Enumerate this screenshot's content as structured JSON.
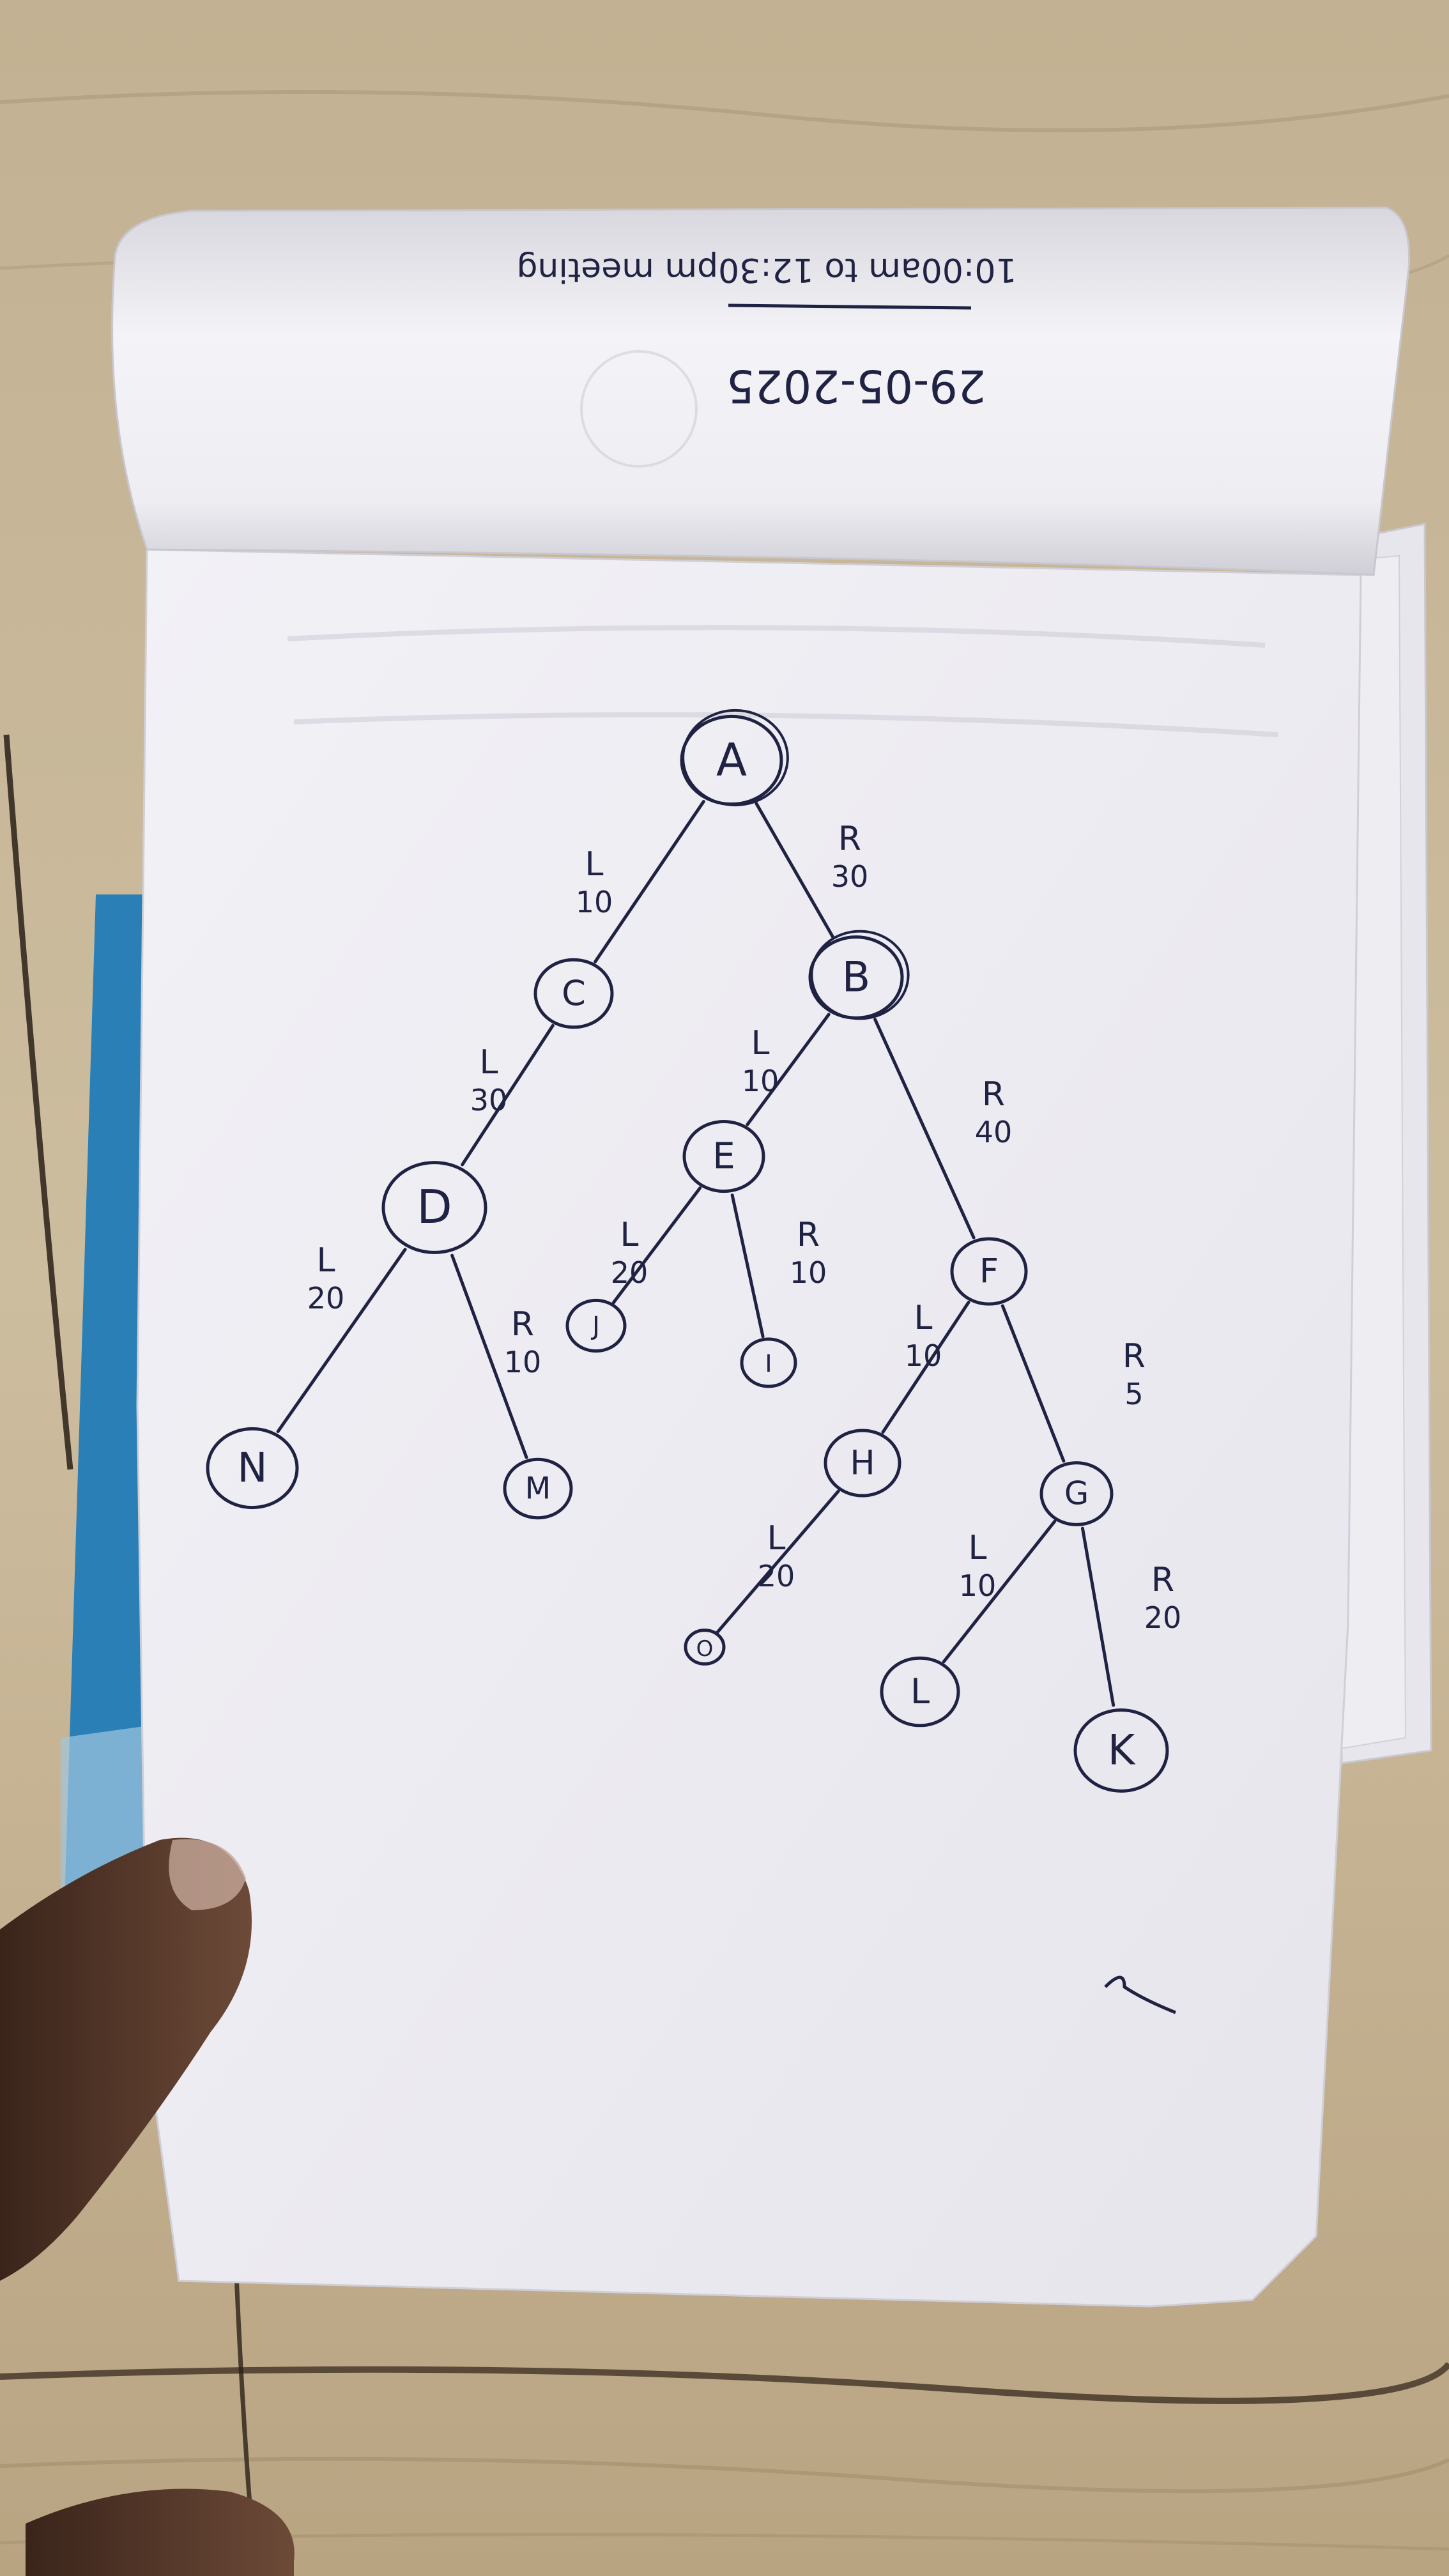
{
  "header_note": {
    "date": "29-05-2025",
    "time": "10:00am to 12:30pm meeting"
  },
  "tree": {
    "nodes": [
      {
        "id": "A",
        "label": "A"
      },
      {
        "id": "B",
        "label": "B"
      },
      {
        "id": "C",
        "label": "C"
      },
      {
        "id": "D",
        "label": "D"
      },
      {
        "id": "E",
        "label": "E"
      },
      {
        "id": "F",
        "label": "F"
      },
      {
        "id": "G",
        "label": "G"
      },
      {
        "id": "H",
        "label": "H"
      },
      {
        "id": "I",
        "label": "I"
      },
      {
        "id": "J",
        "label": "J"
      },
      {
        "id": "K",
        "label": "K"
      },
      {
        "id": "L",
        "label": "L"
      },
      {
        "id": "M",
        "label": "M"
      },
      {
        "id": "N",
        "label": "N"
      },
      {
        "id": "O",
        "label": "O"
      }
    ],
    "edges": [
      {
        "from": "A",
        "to": "C",
        "side": "L",
        "weight": "10"
      },
      {
        "from": "A",
        "to": "B",
        "side": "R",
        "weight": "30"
      },
      {
        "from": "C",
        "to": "D",
        "side": "L",
        "weight": "30"
      },
      {
        "from": "B",
        "to": "E",
        "side": "L",
        "weight": "10"
      },
      {
        "from": "B",
        "to": "F",
        "side": "R",
        "weight": "40"
      },
      {
        "from": "D",
        "to": "N",
        "side": "L",
        "weight": "20"
      },
      {
        "from": "D",
        "to": "M",
        "side": "R",
        "weight": "10"
      },
      {
        "from": "E",
        "to": "J",
        "side": "L",
        "weight": "20"
      },
      {
        "from": "E",
        "to": "I",
        "side": "R",
        "weight": "10"
      },
      {
        "from": "F",
        "to": "H",
        "side": "L",
        "weight": "10"
      },
      {
        "from": "F",
        "to": "G",
        "side": "R",
        "weight": "5"
      },
      {
        "from": "H",
        "to": "O",
        "side": "L",
        "weight": "20"
      },
      {
        "from": "G",
        "to": "L",
        "side": "L",
        "weight": "10"
      },
      {
        "from": "G",
        "to": "K",
        "side": "R",
        "weight": "20"
      }
    ]
  },
  "colors": {
    "ink": "#1f2242",
    "paper": "#eeedf3",
    "wood": "#c9b79a",
    "notebook_cover": "#2a7fb6"
  }
}
